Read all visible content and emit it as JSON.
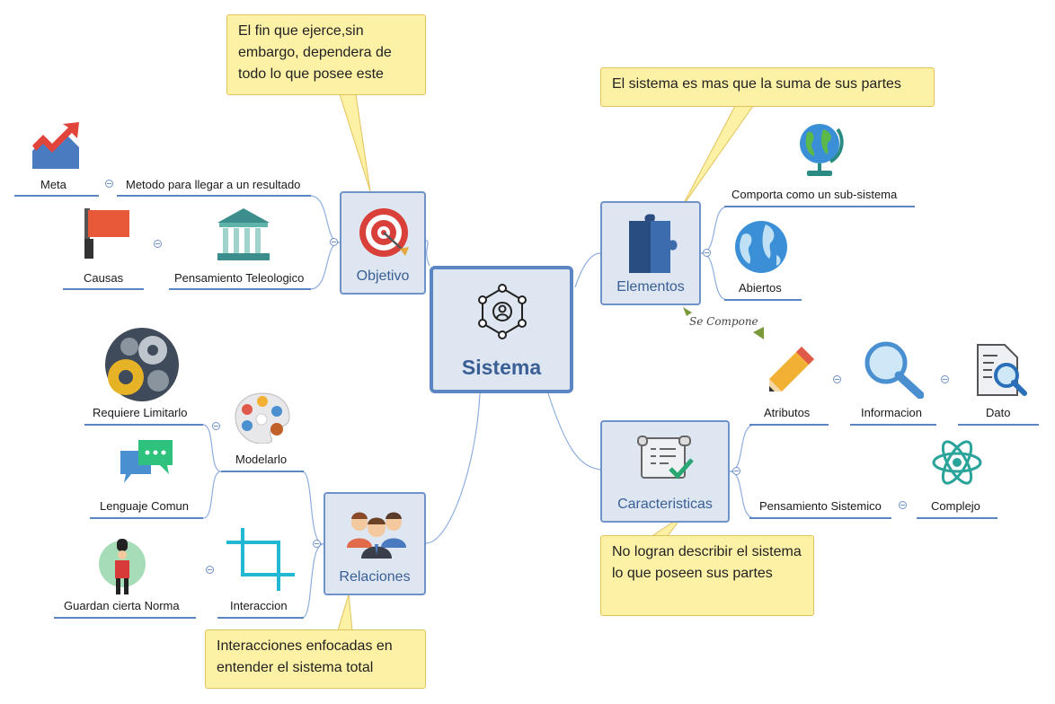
{
  "central": {
    "title": "Sistema",
    "icon": "network-people-icon"
  },
  "topics": {
    "objetivo": {
      "label": "Objetivo",
      "icon": "target-icon"
    },
    "elementos": {
      "label": "Elementos",
      "icon": "puzzle-icon"
    },
    "relaciones": {
      "label": "Relaciones",
      "icon": "people-group-icon"
    },
    "caracteristicas": {
      "label": "Caracteristicas",
      "icon": "checklist-scroll-icon"
    }
  },
  "leaves": {
    "meta": "Meta",
    "metodo": "Metodo para llegar a un resultado",
    "causas": "Causas",
    "pensamiento_teleologico": "Pensamiento Teleologico",
    "comporta": "Comporta como un sub-sistema",
    "abiertos": "Abiertos",
    "atributos": "Atributos",
    "informacion": "Informacion",
    "dato": "Dato",
    "pensamiento_sistemico": "Pensamiento Sistemico",
    "complejo": "Complejo",
    "requiere_limitarlo": "Requiere Limitarlo",
    "modelarlo": "Modelarlo",
    "lenguaje_comun": "Lenguaje Comun",
    "guardan_norma": "Guardan cierta Norma",
    "interaccion": "Interaccion"
  },
  "relation_label": "Se Compone",
  "notes": {
    "objetivo": "El fin que ejerce,sin embargo, dependera de todo lo que posee este",
    "elementos": "El sistema es mas que la suma de sus partes",
    "caracteristicas": "No logran describir el sistema lo que poseen sus partes",
    "relaciones": "Interacciones enfocadas en entender el sistema total"
  },
  "colors": {
    "topic_fill": "#dde6f1",
    "topic_border": "#6f93c9",
    "branch_line": "#5b86c3",
    "note_fill": "#fdf1a6",
    "note_border": "#e2c25b",
    "relation_arrow": "#7a9a3a"
  }
}
